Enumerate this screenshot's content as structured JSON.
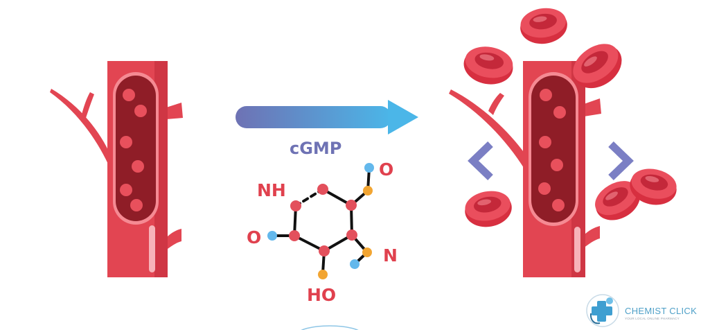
{
  "process": {
    "label": "cGMP"
  },
  "molecule": {
    "labels": {
      "nh": "NH",
      "o_top": "O",
      "o_left": "O",
      "n_right": "N",
      "ho_bottom": "HO"
    }
  },
  "brand": {
    "name": "CHEMIST CLICK",
    "tagline": "YOUR LOCAL ONLINE PHARMACY"
  },
  "colors": {
    "vessel": "#e24552",
    "vessel_dark": "#c8313f",
    "lumen": "#8f1d27",
    "cell": "#e8505c",
    "arrow_start": "#6e72b4",
    "arrow_end": "#4bb6e8",
    "atom_red": "#e3505c",
    "atom_orange": "#f2a532",
    "atom_blue": "#63b8ec",
    "chevron": "#7b7fc4"
  }
}
